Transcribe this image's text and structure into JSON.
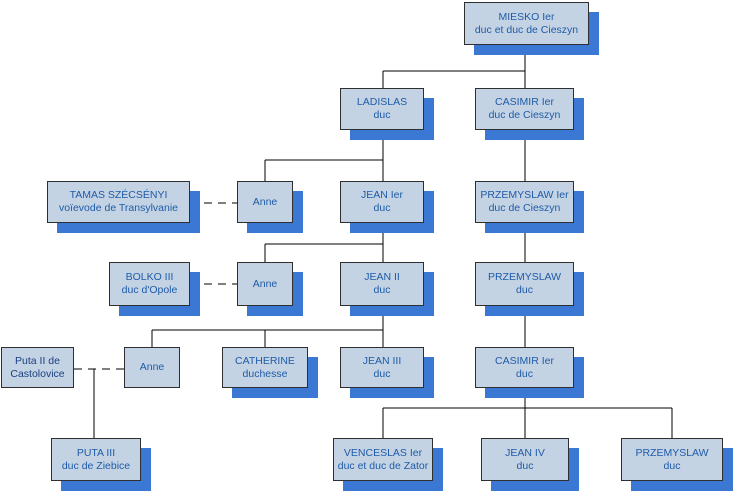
{
  "nodes": {
    "miesko": {
      "line1": "MIESKO Ier",
      "line2": "duc et duc de Cieszyn"
    },
    "ladislas": {
      "line1": "LADISLAS",
      "line2": "duc"
    },
    "casimir1": {
      "line1": "CASIMIR Ier",
      "line2": "duc de Cieszyn"
    },
    "tamas": {
      "line1": "TAMAS SZÉCSÉNYI",
      "line2": "voïevode de Transylvanie"
    },
    "anne1": {
      "line1": "Anne",
      "line2": ""
    },
    "jean1": {
      "line1": "JEAN Ier",
      "line2": "duc"
    },
    "przemyslaw1": {
      "line1": "PRZEMYSLAW Ier",
      "line2": "duc de Cieszyn"
    },
    "bolko": {
      "line1": "BOLKO III",
      "line2": "duc d'Opole"
    },
    "anne2": {
      "line1": "Anne",
      "line2": ""
    },
    "jean2": {
      "line1": "JEAN II",
      "line2": "duc"
    },
    "przemyslaw2": {
      "line1": "PRZEMYSLAW",
      "line2": "duc"
    },
    "puta2": {
      "line1": "Puta II de",
      "line2": "Castolovice"
    },
    "anne3": {
      "line1": "Anne",
      "line2": ""
    },
    "catherine": {
      "line1": "CATHERINE",
      "line2": "duchesse"
    },
    "jean3": {
      "line1": "JEAN III",
      "line2": "duc"
    },
    "casimir2": {
      "line1": "CASIMIR Ier",
      "line2": "duc"
    },
    "puta3": {
      "line1": "PUTA III",
      "line2": "duc de Ziebice"
    },
    "venceslas": {
      "line1": "VENCESLAS Ier",
      "line2": "duc et duc de Zator"
    },
    "jean4": {
      "line1": "JEAN IV",
      "line2": "duc"
    },
    "przemyslaw3": {
      "line1": "PRZEMYSLAW",
      "line2": "duc"
    }
  }
}
